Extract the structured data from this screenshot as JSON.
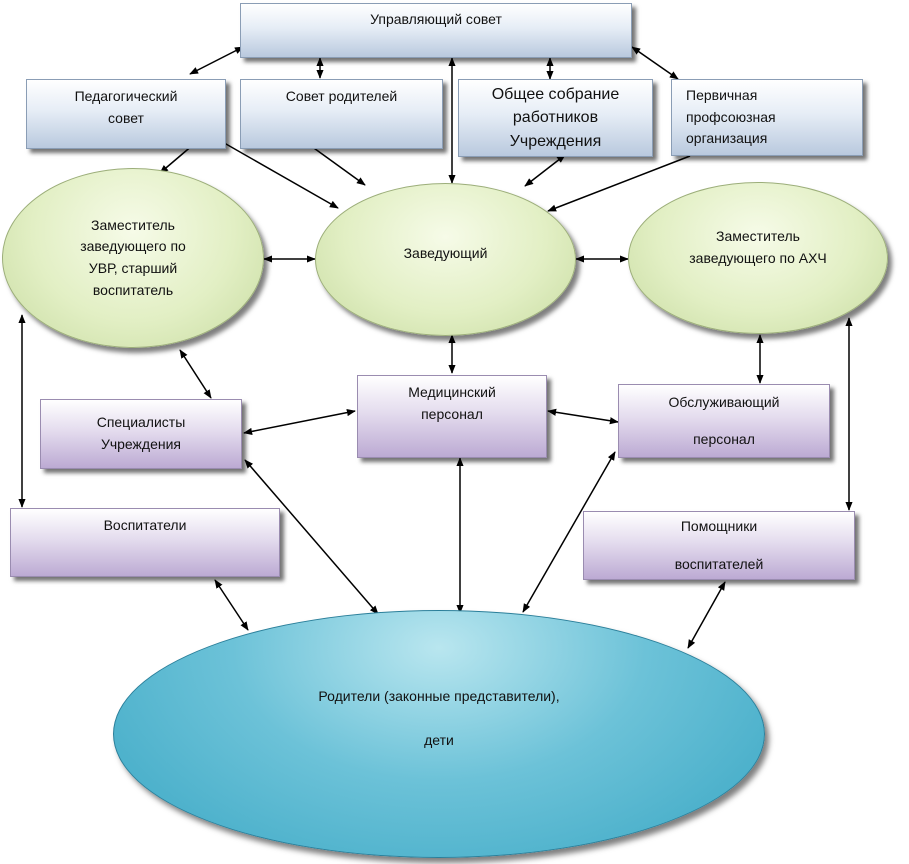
{
  "diagram": {
    "governing_council": "Управляющий совет",
    "pedagogical_council": "Педагогический\nсовет",
    "parents_council": "Совет родителей",
    "general_meeting": "Общее собрание\nработников\nУчреждения",
    "trade_union": "Первичная\nпрофсоюзная\nорганизация",
    "deputy_educational": "Заместитель\nзаведующего по\nУВР, старший\nвоспитатель",
    "head": "Заведующий",
    "deputy_admin": "Заместитель\nзаведующего по АХЧ",
    "medical_staff": "Медицинский\nперсонал",
    "specialists": "Специалисты\nУчреждения",
    "service_staff": "Обслуживающий\n\nперсонал",
    "educators": "Воспитатели",
    "assistant_educators": "Помощники\n\nвоспитателей",
    "parents_children": "Родители (законные представители),\n\nдети"
  },
  "colors": {
    "top_boxes": "#c6d4e6",
    "staff_boxes": "#cdbfe0",
    "management_ellipses": "#d9eab8",
    "parents_ellipse": "#4fb3cc",
    "arrows": "#000000"
  }
}
